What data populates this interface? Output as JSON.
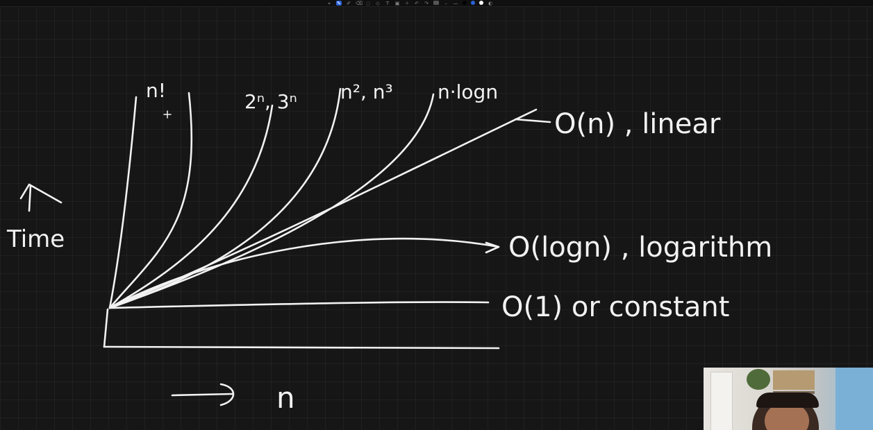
{
  "toolbar": {
    "tools": [
      "select-tool",
      "pen-tool",
      "highlighter-tool",
      "eraser-tool",
      "lasso-tool",
      "shape-tool",
      "text-tool",
      "image-tool",
      "laser-tool",
      "undo-tool",
      "redo-tool"
    ],
    "stroke_widths": [
      "thin",
      "medium",
      "thick"
    ],
    "colors": [
      "#000000",
      "#2b63d9",
      "#ffffff"
    ]
  },
  "board": {
    "background": "#161616",
    "ink_color": "#f2f2f2",
    "y_axis_label": "Time",
    "x_axis_label": "n",
    "curve_labels": {
      "factorial": "n!",
      "exponential": "2ⁿ, 3ⁿ",
      "polynomial": "n², n³",
      "nlogn": "n·logn"
    },
    "annotations": {
      "linear": "O(n) , linear",
      "logarithmic": "O(logn) , logarithm",
      "constant": "O(1) or constant"
    }
  },
  "webcam": {
    "label": "presenter-webcam"
  }
}
